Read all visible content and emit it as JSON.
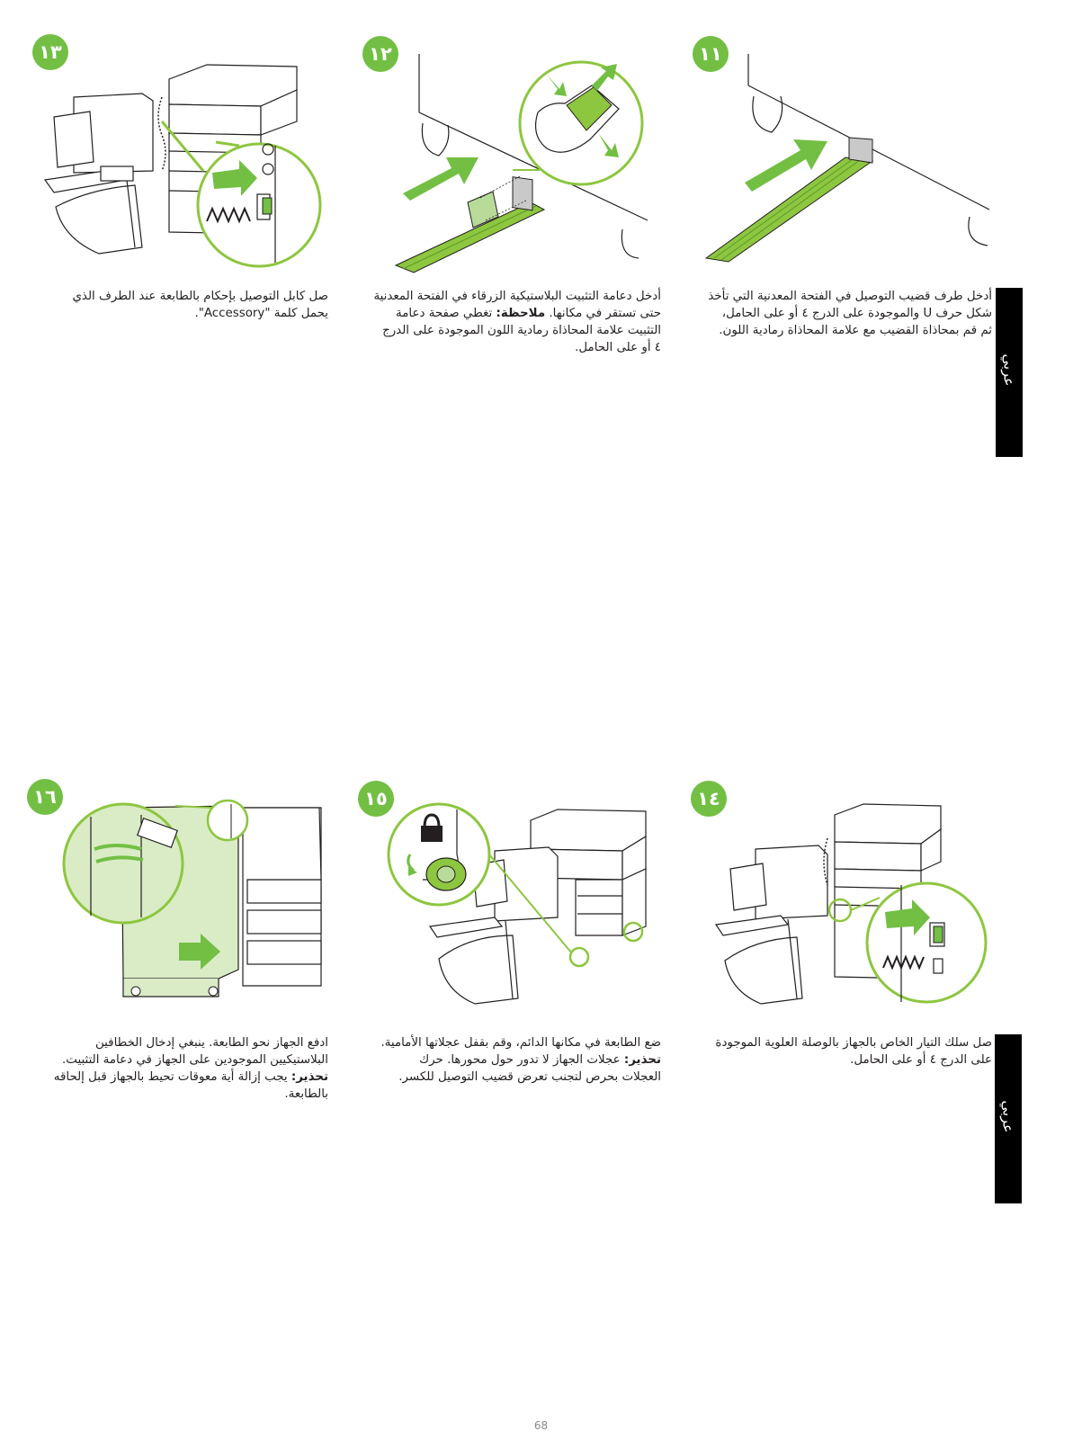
{
  "page_number": "68",
  "side_tab_label": "عربي",
  "steps": {
    "s11": {
      "number": "١١",
      "lines": [
        "أدخل طرف قضيب التوصيل في الفتحة المعدنية التي تأخذ",
        "شكل حرف U والموجودة على الدرج ٤ أو على الحامل،",
        "ثم قم بمحاذاة القضيب مع علامة المحاذاة رمادية اللون."
      ]
    },
    "s12": {
      "number": "١٢",
      "line1": "أدخل دعامة التثبيت البلاستيكية الزرقاء في الفتحة المعدنية",
      "line2_pre": "حتى تستقر في مكانها.",
      "note_label": "ملاحظة:",
      "line2_post": "تغطي صفحة دعامة",
      "line3": "التثبيت علامة المحاذاة رمادية اللون الموجودة على الدرج",
      "line4": "٤ أو على الحامل."
    },
    "s13": {
      "number": "١٣",
      "lines": [
        "صل كابل التوصيل بإحكام بالطابعة عند الطرف الذي",
        "يحمل كلمة \"Accessory\"."
      ]
    },
    "s14": {
      "number": "١٤",
      "lines": [
        "صل سلك التيار الخاص بالجهاز بالوصلة العلوية الموجودة",
        "على الدرج ٤ أو على الحامل."
      ]
    },
    "s15": {
      "number": "١٥",
      "line1": "ضع الطابعة في مكانها الدائم، وقم بقفل عجلاتها الأمامية.",
      "caution_label": "تحذير:",
      "line2_post": "عجلات الجهاز لا تدور حول محورها. حرك",
      "line3": "العجلات بحرص لتجنب تعرض قضيب التوصيل للكسر."
    },
    "s16": {
      "number": "١٦",
      "line1": "ادفع الجهاز نحو الطابعة. ينبغي إدخال الخطافين",
      "line2": "البلاستيكيين الموجودين على الجهاز في دعامة التثبيت.",
      "caution_label": "تحذير:",
      "line3_post": "يجب إزالة أية معوقات تحيط بالجهاز قبل إلحاقه",
      "line4": "بالطابعة."
    }
  },
  "colors": {
    "accent_green": "#72bf44",
    "line_green": "#8dc63f",
    "light_green": "#d9ecc6",
    "tab_black": "#000000"
  },
  "icons": [
    "arrow-icon",
    "lock-icon",
    "power-cord-icon"
  ]
}
